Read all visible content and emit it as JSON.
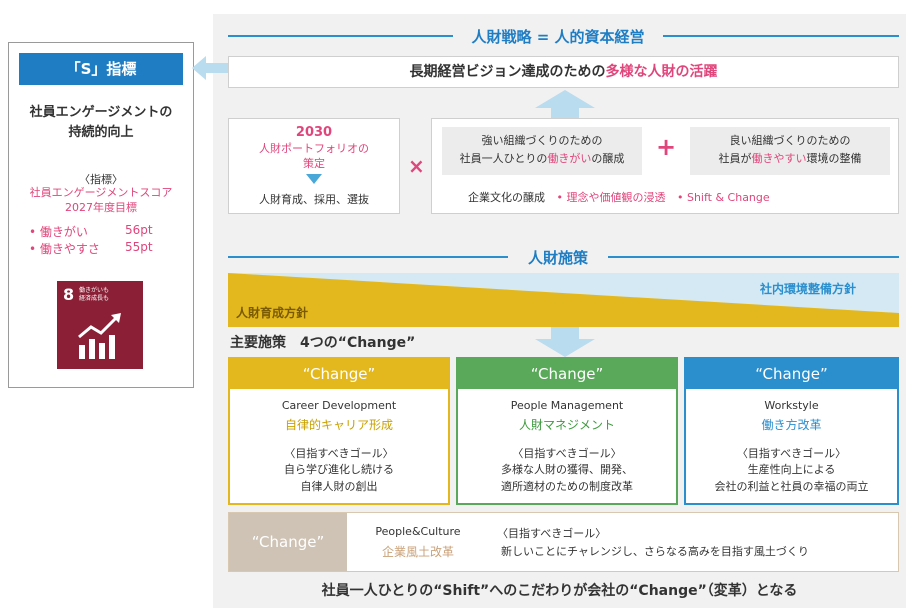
{
  "colors": {
    "accent_blue": "#2b8fce",
    "pink": "#e0457b",
    "gold": "#e3b81e",
    "green": "#5aa85a",
    "light_blue_gradient": "#b9dcee",
    "sdg_maroon": "#8a1f36"
  },
  "left_card": {
    "header": "「S」指標",
    "subtitle_line1": "社員エンゲージメントの",
    "subtitle_line2": "持続的向上",
    "indicator_label": "〈指標〉",
    "score_line1": "社員エンゲージメントスコア",
    "score_line2": "2027年度目標",
    "items": [
      {
        "label": "• 働きがい",
        "value": "56pt"
      },
      {
        "label": "• 働きやすさ",
        "value": "55pt"
      }
    ],
    "sdg": {
      "number": "8",
      "text_line1": "働きがいも",
      "text_line2": "経済成長も",
      "icon": "growth-chart-icon"
    }
  },
  "strategy": {
    "title": "人財戦略 = 人的資本経営",
    "vision_prefix": "長期経営ビジョン達成のための",
    "vision_highlight": "多様な人財の活躍",
    "portfolio": {
      "year": "2030",
      "line1": "人財ポートフォリオの",
      "line2": "策定",
      "bottom": "人財育成、採用、選抜"
    },
    "times_symbol": "×",
    "plus_symbol": "+",
    "left_box": {
      "line1": "強い組織づくりのための",
      "line2_prefix": "社員一人ひとりの",
      "line2_highlight": "働きがい",
      "line2_suffix": "の醸成"
    },
    "right_box": {
      "line1": "良い組織づくりのための",
      "line2_prefix": "社員が",
      "line2_highlight": "働きやすい",
      "line2_suffix": "環境の整備"
    },
    "culture": {
      "label": "企業文化の醸成",
      "item1": "• 理念や価値観の浸透",
      "item2": "• Shift & Change"
    }
  },
  "measures": {
    "title": "人財施策",
    "band_right_label": "社内環境整備方針",
    "band_left_label": "人財育成方針",
    "main_label": "主要施策　4つの“Change”",
    "columns": [
      {
        "header": "“Change”",
        "english": "Career Development",
        "japanese": "自律的キャリア形成",
        "goal_label": "〈目指すべきゴール〉",
        "goal_line1": "自ら学び進化し続ける",
        "goal_line2": "自律人財の創出"
      },
      {
        "header": "“Change”",
        "english": "People Management",
        "japanese": "人財マネジメント",
        "goal_label": "〈目指すべきゴール〉",
        "goal_line1": "多様な人財の獲得、開発、",
        "goal_line2": "適所適材のための制度改革"
      },
      {
        "header": "“Change”",
        "english": "Workstyle",
        "japanese": "働き方改革",
        "goal_label": "〈目指すべきゴール〉",
        "goal_line1": "生産性向上による",
        "goal_line2": "会社の利益と社員の幸福の両立"
      }
    ],
    "culture_row": {
      "header": "“Change”",
      "english": "People&Culture",
      "japanese": "企業風土改革",
      "goal_label": "〈目指すべきゴール〉",
      "goal_text": "新しいことにチャレンジし、さらなる高みを目指す風土づくり"
    },
    "footer": "社員一人ひとりの“Shift”へのこだわりが会社の“Change”（変革）となる"
  }
}
